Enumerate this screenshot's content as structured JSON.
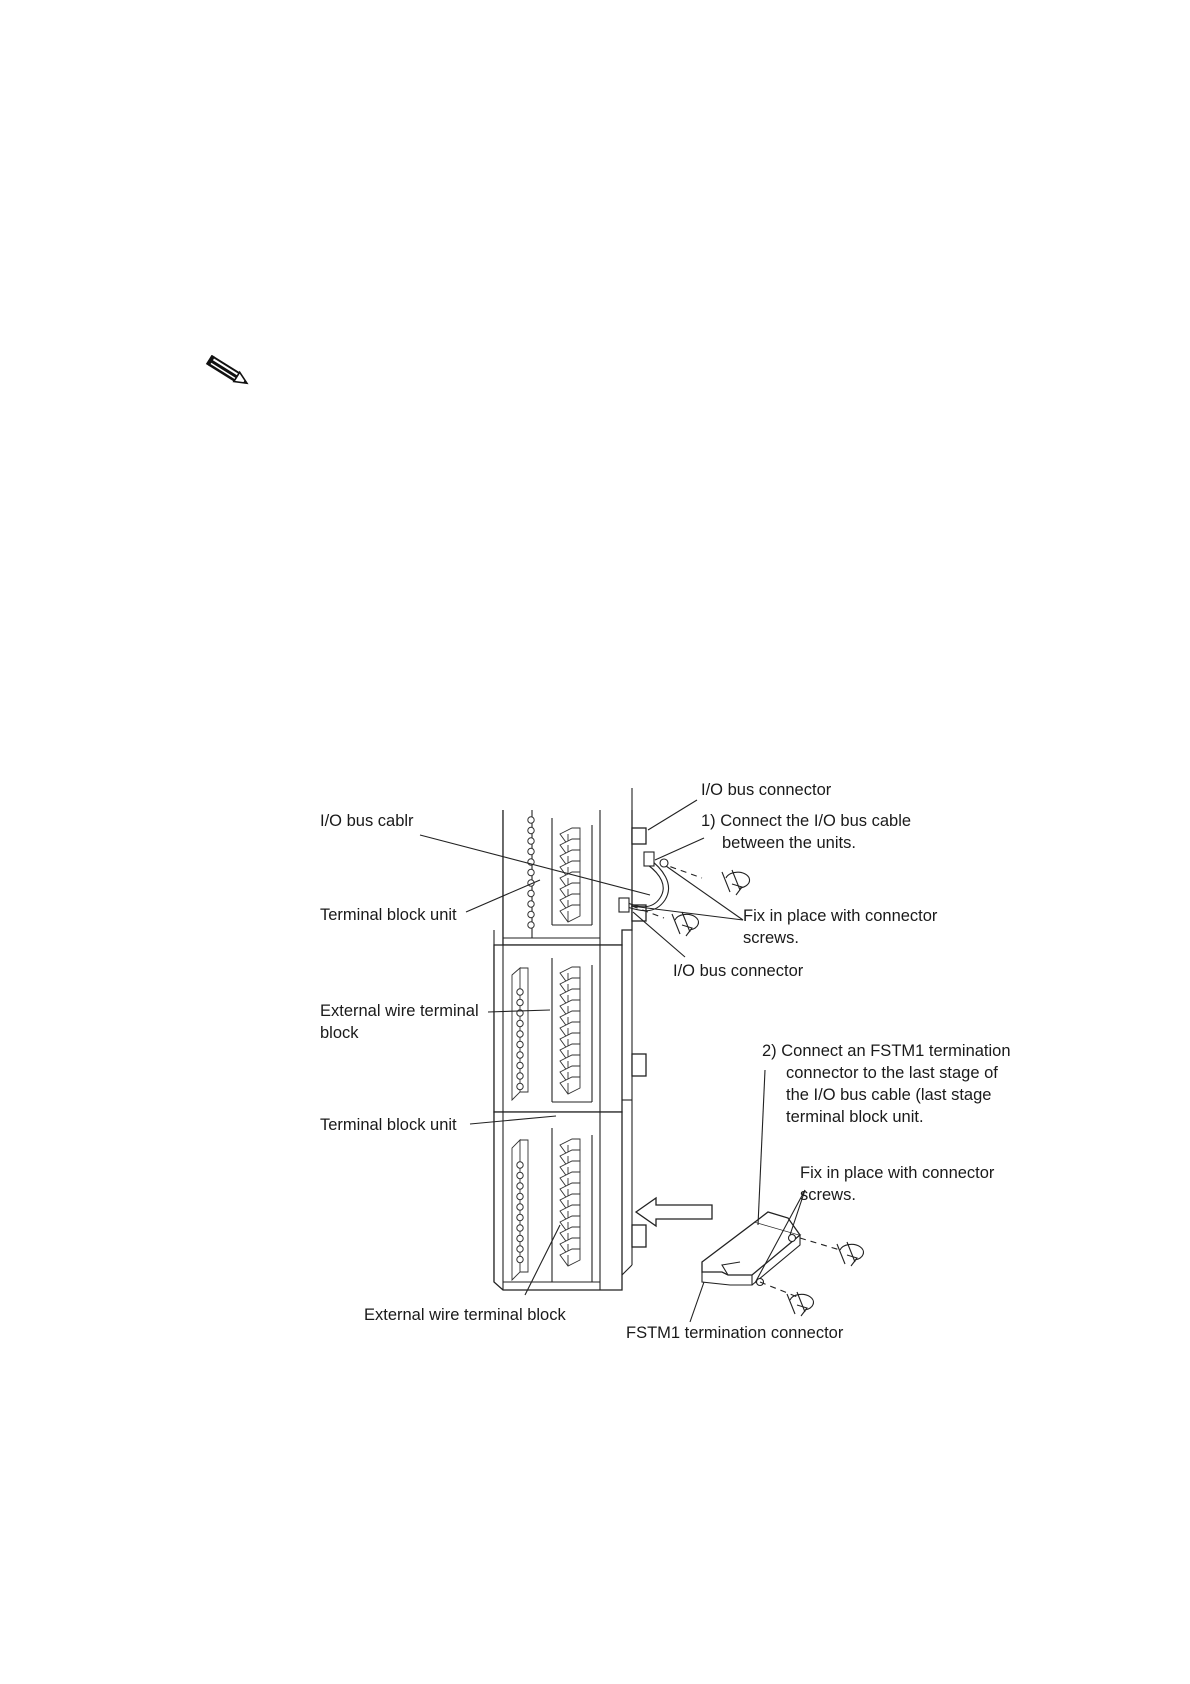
{
  "note_icon": "pencil-note-icon",
  "labels": {
    "io_bus_connector_top": "I/O bus connector",
    "io_bus_cable": "I/O bus cablr",
    "step1_line1": "1) Connect the I/O bus cable",
    "step1_line2": "between the units.",
    "terminal_block_unit_1": "Terminal block unit",
    "fix_screws_1_line1": "Fix in place with connector",
    "fix_screws_1_line2": "screws.",
    "io_bus_connector_bottom": "I/O bus connector",
    "external_wire_1_line1": "External wire terminal",
    "external_wire_1_line2": "block",
    "step2_line1": "2) Connect an FSTM1 termination",
    "step2_line2": "connector to the last stage of",
    "step2_line3": "the I/O bus cable (last stage",
    "step2_line4": "terminal block unit.",
    "terminal_block_unit_2": "Terminal block unit",
    "fix_screws_2_line1": "Fix in place with connector",
    "fix_screws_2_line2": "screws.",
    "external_wire_2": "External wire terminal block",
    "fstm1_connector": "FSTM1 termination connector"
  }
}
